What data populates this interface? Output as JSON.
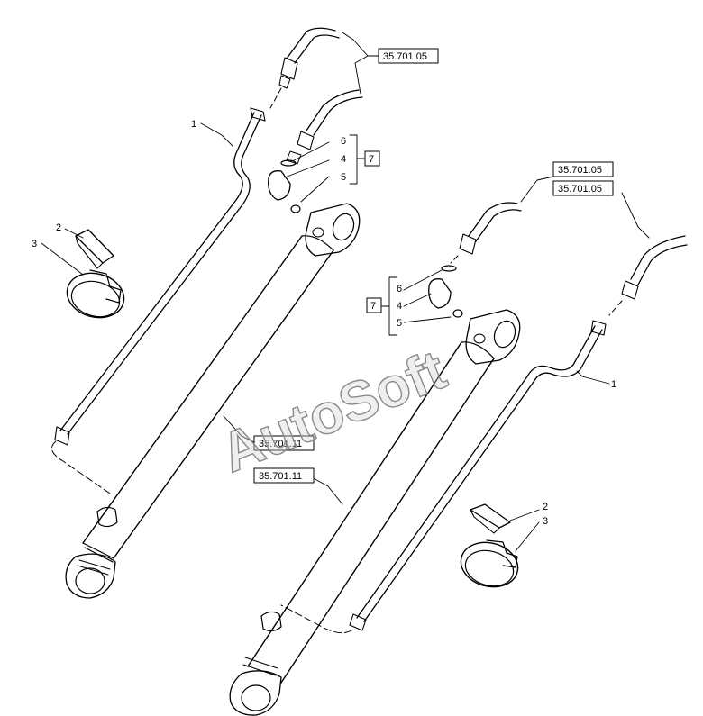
{
  "watermark": "AutoSoft",
  "references": {
    "ref_a_top": "35.701.05",
    "ref_b_top": "35.701.05",
    "ref_b_bottom": "35.701.05",
    "ref_a_cyl": "35.701.11",
    "ref_b_cyl": "35.701.11"
  },
  "items": {
    "a_1": "1",
    "a_2": "2",
    "a_3": "3",
    "a_4": "4",
    "a_5": "5",
    "a_6": "6",
    "a_7": "7",
    "b_1": "1",
    "b_2": "2",
    "b_3": "3",
    "b_4": "4",
    "b_5": "5",
    "b_6": "6",
    "b_7": "7"
  }
}
